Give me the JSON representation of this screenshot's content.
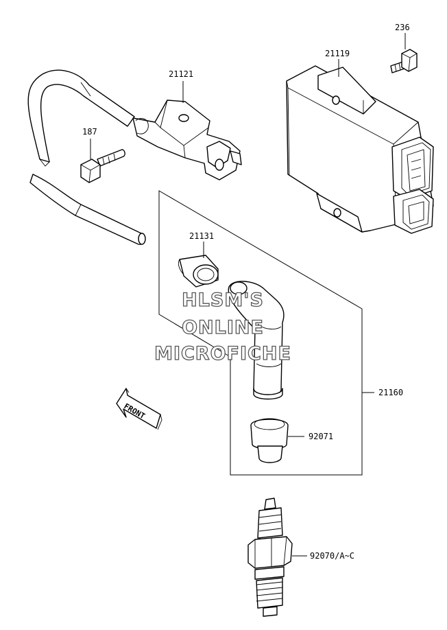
{
  "part_numbers": {
    "p236": "236",
    "p21119": "21119",
    "p21121": "21121",
    "p187": "187",
    "p21131": "21131",
    "p21160": "21160",
    "p92071": "92071",
    "p92070": "92070/A~C"
  },
  "watermark": {
    "line1": "HLSM'S",
    "line2": "ONLINE",
    "line3": "MICROFICHE"
  },
  "front_arrow_label": "FRONT"
}
